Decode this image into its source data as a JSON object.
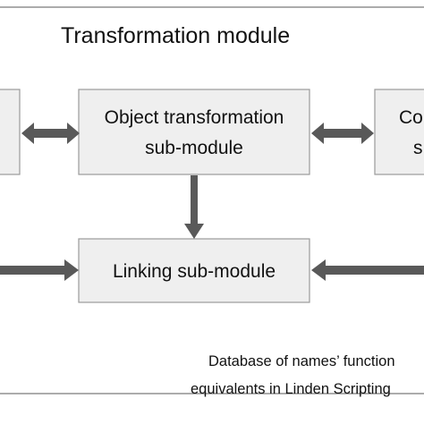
{
  "diagram": {
    "title": "Transformation module",
    "nodes": {
      "object_transformation": {
        "line1": "Object transformation",
        "line2": "sub-module"
      },
      "right_partial": {
        "line1": "Co",
        "line2": "s"
      },
      "linking": {
        "label": "Linking sub-module"
      }
    },
    "database_caption": {
      "line1": "Database of names’ function",
      "line2": "equivalents in Linden Scripting"
    }
  },
  "colors": {
    "box_fill": "#efefef",
    "box_border": "#9a9a9a",
    "arrow": "#595959",
    "text": "#111111"
  }
}
